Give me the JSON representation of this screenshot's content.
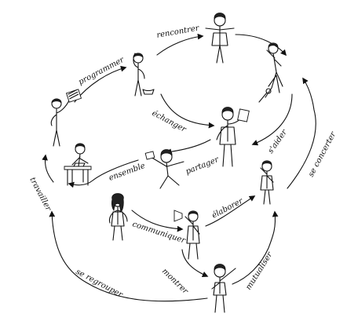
{
  "verbs": {
    "programmer": "programmer",
    "rencontrer": "rencontrer",
    "echanger": "échanger",
    "aider": "s'aider",
    "se_concerter": "se concerter",
    "ensemble": "ensemble",
    "partager": "partager",
    "travailler": "travailler",
    "communiquer": "communiquer",
    "elaborer": "élaborer",
    "mutualiser": "mutualiser",
    "montrer": "montrer",
    "se_regrouper": "se regrouper"
  },
  "colors": {
    "ink": "#111111",
    "paper": "#ffffff"
  }
}
